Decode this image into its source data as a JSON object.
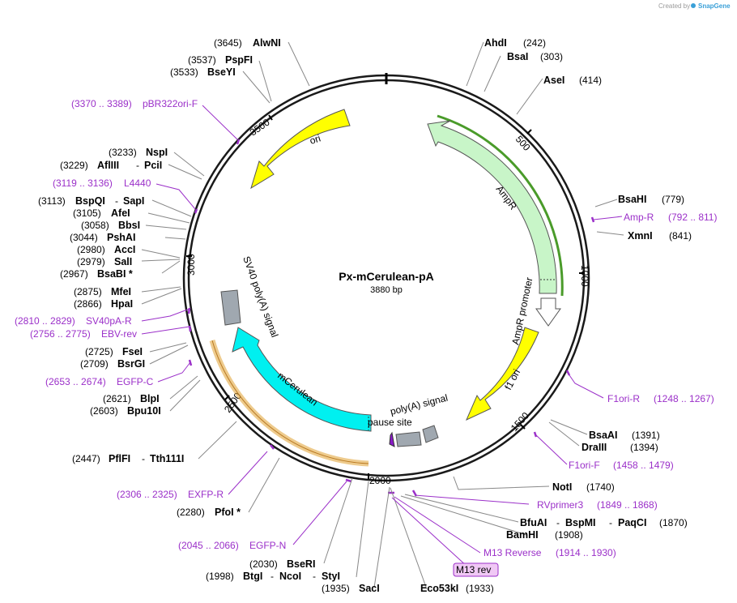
{
  "credit": {
    "prefix": "Created by",
    "brand": "SnapGene"
  },
  "map": {
    "name": "Px-mCerulean-pA",
    "size_label": "3880 bp"
  },
  "ticks": [
    "500",
    "1000",
    "1500",
    "2000",
    "2500",
    "3000",
    "3500"
  ],
  "features": {
    "ampr": "AmpR",
    "ampr_promoter": "AmpR promoter",
    "f1ori": "f1 ori",
    "ori": "ori",
    "sv40": "SV40 poly(A) signal",
    "mcerulean": "mCerulean",
    "polya": "poly(A) signal",
    "pause": "pause site"
  },
  "sites": {
    "alwni": {
      "pos": "(3645)",
      "name": "AlwNI"
    },
    "pspfi": {
      "pos": "(3537)",
      "name": "PspFI"
    },
    "bseyi": {
      "pos": "(3533)",
      "name": "BseYI"
    },
    "nspi": {
      "pos": "(3233)",
      "name": "NspI"
    },
    "afliii": {
      "pos": "(3229)",
      "name": "AflIII",
      "sep": "-",
      "name2": "PciI"
    },
    "bspqi": {
      "pos": "(3113)",
      "name": "BspQI",
      "sep": "-",
      "name2": "SapI"
    },
    "afei": {
      "pos": "(3105)",
      "name": "AfeI"
    },
    "bbsi": {
      "pos": "(3058)",
      "name": "BbsI"
    },
    "pshai": {
      "pos": "(3044)",
      "name": "PshAI"
    },
    "acci": {
      "pos": "(2980)",
      "name": "AccI"
    },
    "sali": {
      "pos": "(2979)",
      "name": "SalI"
    },
    "bsabi": {
      "pos": "(2967)",
      "name": "BsaBI *"
    },
    "mfei": {
      "pos": "(2875)",
      "name": "MfeI"
    },
    "hpai": {
      "pos": "(2866)",
      "name": "HpaI"
    },
    "fsei": {
      "pos": "(2725)",
      "name": "FseI"
    },
    "bsrgi": {
      "pos": "(2709)",
      "name": "BsrGI"
    },
    "blpi": {
      "pos": "(2621)",
      "name": "BlpI"
    },
    "bpu10i": {
      "pos": "(2603)",
      "name": "Bpu10I"
    },
    "pflfi": {
      "pos": "(2447)",
      "name": "PflFI",
      "sep": "-",
      "name2": "Tth111I"
    },
    "pfoi": {
      "pos": "(2280)",
      "name": "PfoI *"
    },
    "bseri": {
      "pos": "(2030)",
      "name": "BseRI"
    },
    "btgi": {
      "pos": "(1998)",
      "name": "BtgI",
      "sep": "-",
      "name2": "NcoI",
      "sep2": "-",
      "name3": "StyI"
    },
    "saci": {
      "pos": "(1935)",
      "name": "SacI"
    },
    "eco53ki": {
      "pos": "(1933)",
      "name": "Eco53kI"
    },
    "ahdi": {
      "pos": "(242)",
      "name": "AhdI"
    },
    "bsai": {
      "pos": "(303)",
      "name": "BsaI"
    },
    "asei": {
      "pos": "(414)",
      "name": "AseI"
    },
    "bsahi": {
      "pos": "(779)",
      "name": "BsaHI"
    },
    "xmni": {
      "pos": "(841)",
      "name": "XmnI"
    },
    "bsaai": {
      "pos": "(1391)",
      "name": "BsaAI"
    },
    "draiii": {
      "pos": "(1394)",
      "name": "DraIII"
    },
    "noti": {
      "pos": "(1740)",
      "name": "NotI"
    },
    "bfuai": {
      "name": "BfuAI",
      "sep": "-",
      "name2": "BspMI",
      "sep2": "-",
      "name3": "PaqCI",
      "pos": "(1870)"
    },
    "bamhi": {
      "name": "BamHI",
      "pos": "(1908)"
    }
  },
  "primers": {
    "pbr322": {
      "range": "(3370 .. 3389)",
      "name": "pBR322ori-F"
    },
    "l4440": {
      "range": "(3119 .. 3136)",
      "name": "L4440"
    },
    "sv40pa": {
      "range": "(2810 .. 2829)",
      "name": "SV40pA-R"
    },
    "ebv": {
      "range": "(2756 .. 2775)",
      "name": "EBV-rev"
    },
    "egfpc": {
      "range": "(2653 .. 2674)",
      "name": "EGFP-C"
    },
    "exfpr": {
      "range": "(2306 .. 2325)",
      "name": "EXFP-R"
    },
    "egfpn": {
      "range": "(2045 .. 2066)",
      "name": "EGFP-N"
    },
    "ampr": {
      "name": "Amp-R",
      "range": "(792 .. 811)"
    },
    "f1orir": {
      "name": "F1ori-R",
      "range": "(1248 .. 1267)"
    },
    "f1orif": {
      "name": "F1ori-F",
      "range": "(1458 .. 1479)"
    },
    "rvprimer3": {
      "name": "RVprimer3",
      "range": "(1849 .. 1868)"
    },
    "m13rev": {
      "name": "M13 Reverse",
      "range": "(1914 .. 1930)"
    },
    "m13rev_box": {
      "name": "M13 rev"
    }
  },
  "colors": {
    "primer": "#9b30c9",
    "ampr": "#c8f5c8",
    "f1ori": "#ffff00",
    "ori": "#ffff00",
    "mcerulean": "#00f0f0",
    "sv40": "#a0a8b0",
    "backbone": "#1a1a1a"
  }
}
